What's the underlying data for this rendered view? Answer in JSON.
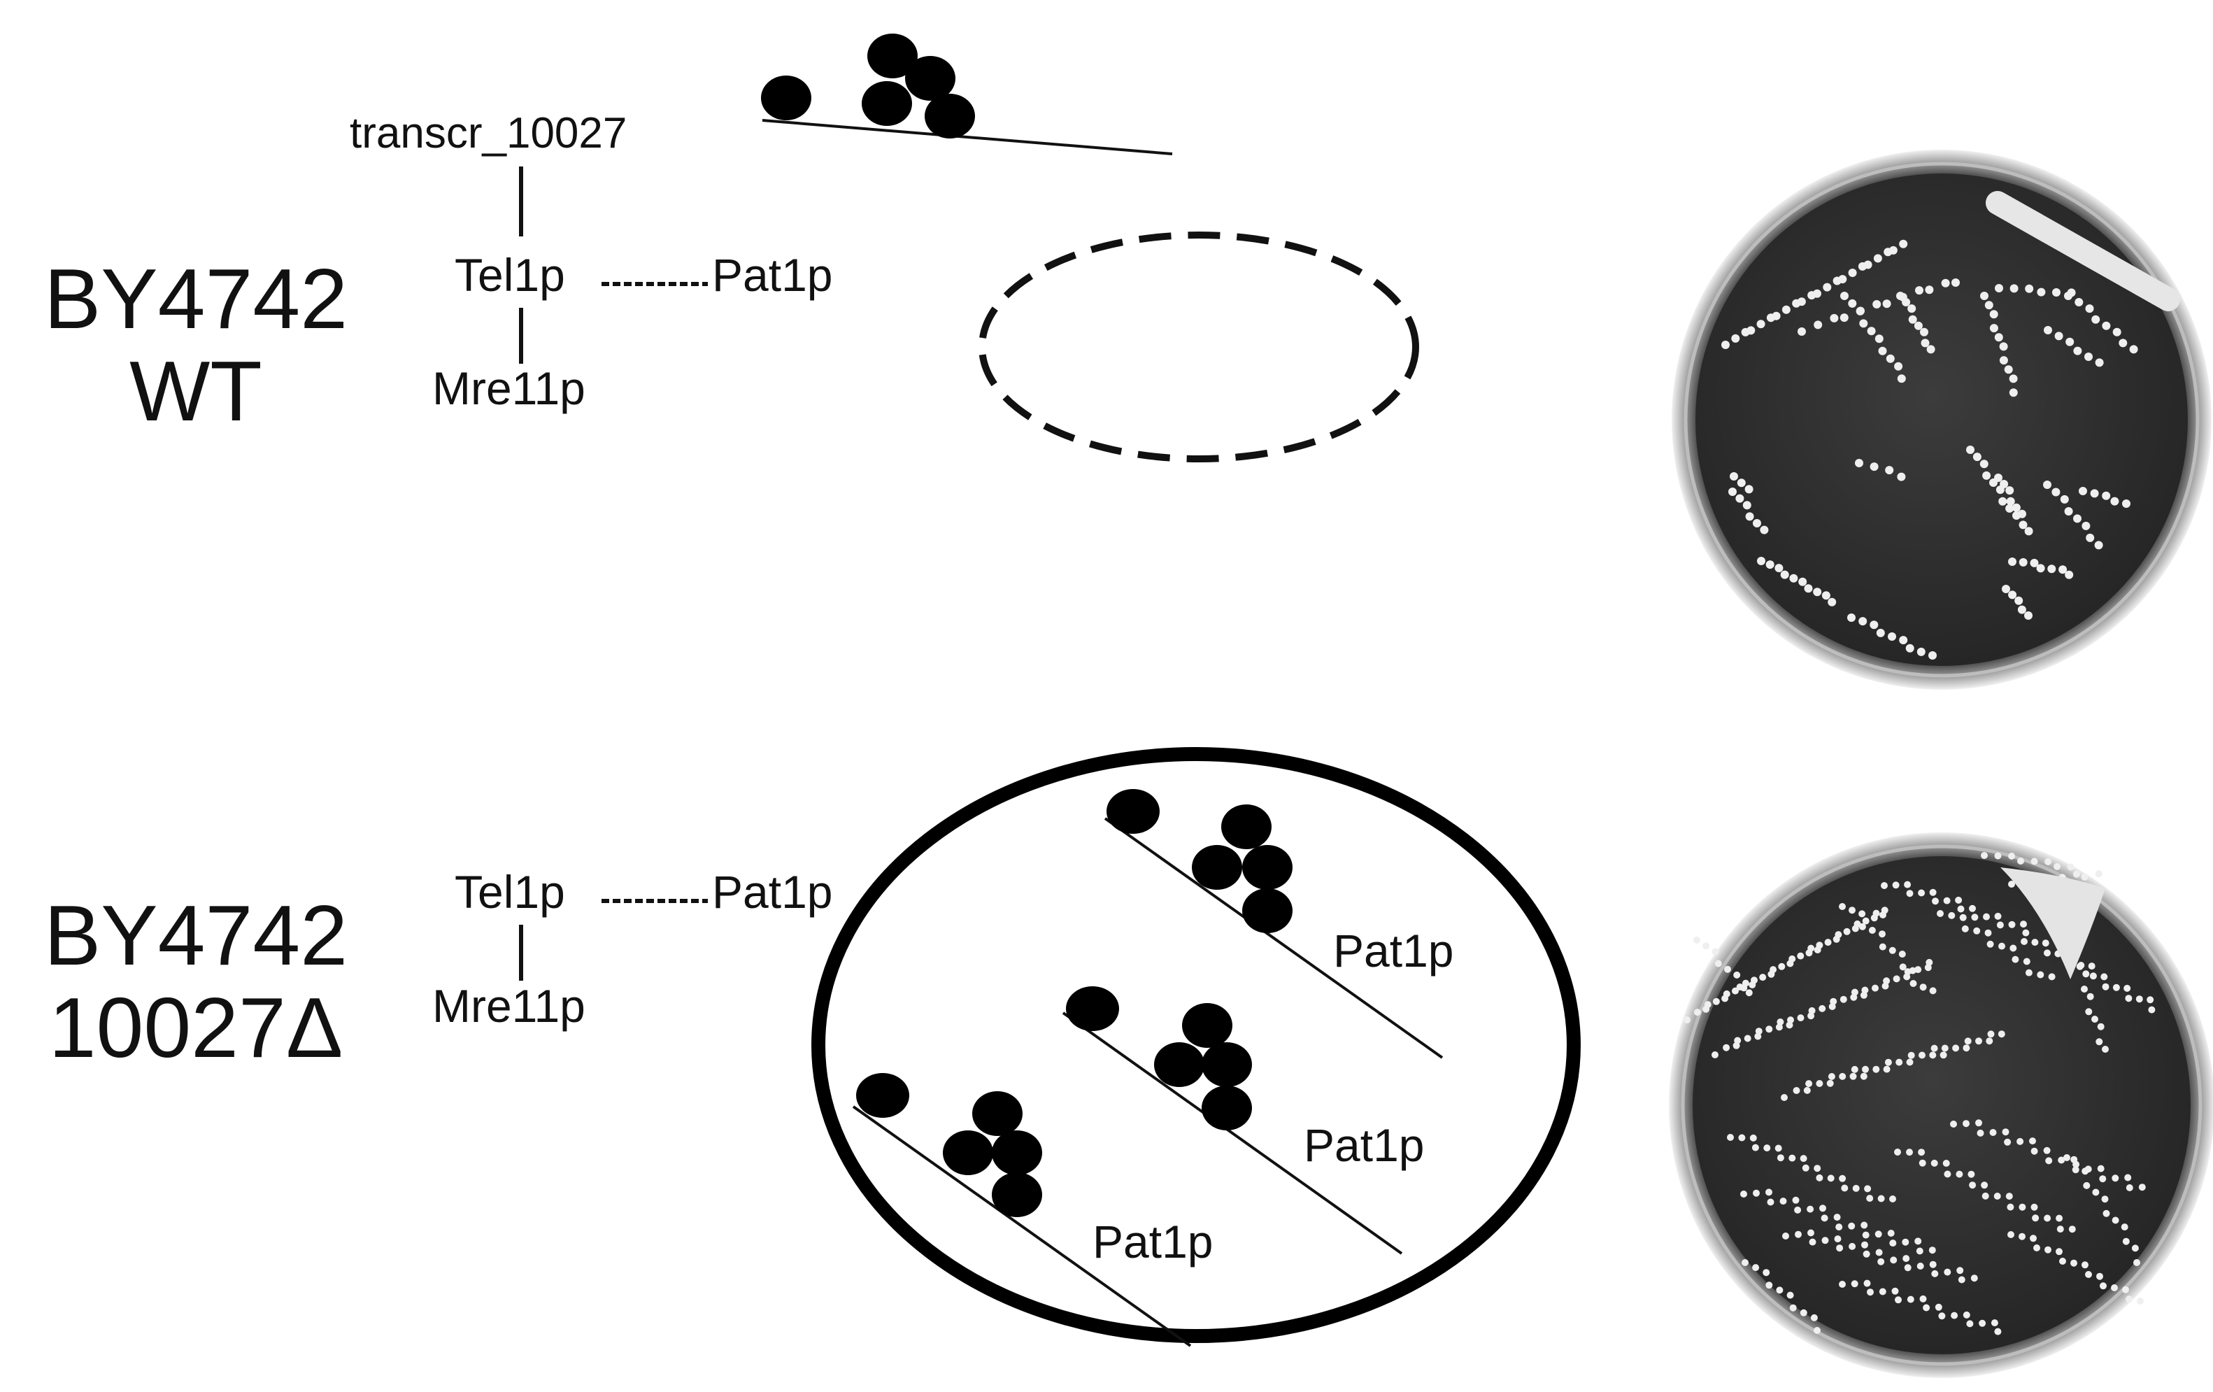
{
  "panels": [
    {
      "strain_line1": "BY4742",
      "strain_line2": "WT",
      "network": {
        "top": "transcr_10027",
        "center": "Tel1p",
        "right": "Pat1p",
        "bottom": "Mre11p"
      }
    },
    {
      "strain_line1": "BY4742",
      "strain_line2": "10027Δ",
      "network": {
        "center": "Tel1p",
        "right": "Pat1p",
        "bottom": "Mre11p"
      },
      "strand_labels": [
        "Pat1p",
        "Pat1p",
        "Pat1p"
      ]
    }
  ]
}
